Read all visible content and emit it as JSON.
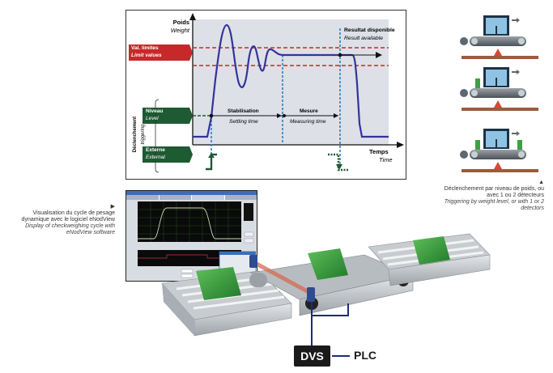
{
  "diagram": {
    "y_axis": {
      "label": "Poids",
      "label_en": "Weight"
    },
    "x_axis": {
      "label": "Temps",
      "label_en": "Time"
    },
    "limit_tag": {
      "label": "Val. limites",
      "label_en": "Limit values",
      "color": "#c8282a"
    },
    "level_tag": {
      "label": "Niveau",
      "label_en": "Level",
      "color": "#1e5a32"
    },
    "external_tag": {
      "label": "Externe",
      "label_en": "External",
      "color": "#1e5a32"
    },
    "triggering_label": {
      "label": "Déclenchement",
      "label_en": "triggering"
    },
    "phases": [
      {
        "label": "Stabilisation",
        "label_en": "Settling time"
      },
      {
        "label": "Mesure",
        "label_en": "Measuring time"
      }
    ],
    "result": {
      "label": "Resultat disponible",
      "label_en": "Result available"
    },
    "colors": {
      "signal": "#33339a",
      "limit": "#c8282a",
      "marker": "#2f7fc0",
      "plot_bg": "#dde0e7",
      "trigger": "#1e5a32"
    }
  },
  "right_caption": {
    "line1": "Déclenchement par niveau de poids, ou",
    "line2": "avec 1 ou 2 détecteurs",
    "line3": "Triggering by weight level, or with 1 or 2",
    "line4": "detectors"
  },
  "left_caption": {
    "line1": "Visualisation du cycle de pesage",
    "line2": "dynamique avec le logiciel eNodView",
    "line3": "Display of checkweighing cycle with",
    "line4": "eNodView software"
  },
  "software_window": {
    "tabs": [
      "",
      "",
      "",
      ""
    ]
  },
  "conveyor_icons": [
    {
      "detectors": 0
    },
    {
      "detectors": 1
    },
    {
      "detectors": 2
    }
  ],
  "hardware": {
    "dvs_label": "DVS",
    "plc_label": "PLC"
  }
}
